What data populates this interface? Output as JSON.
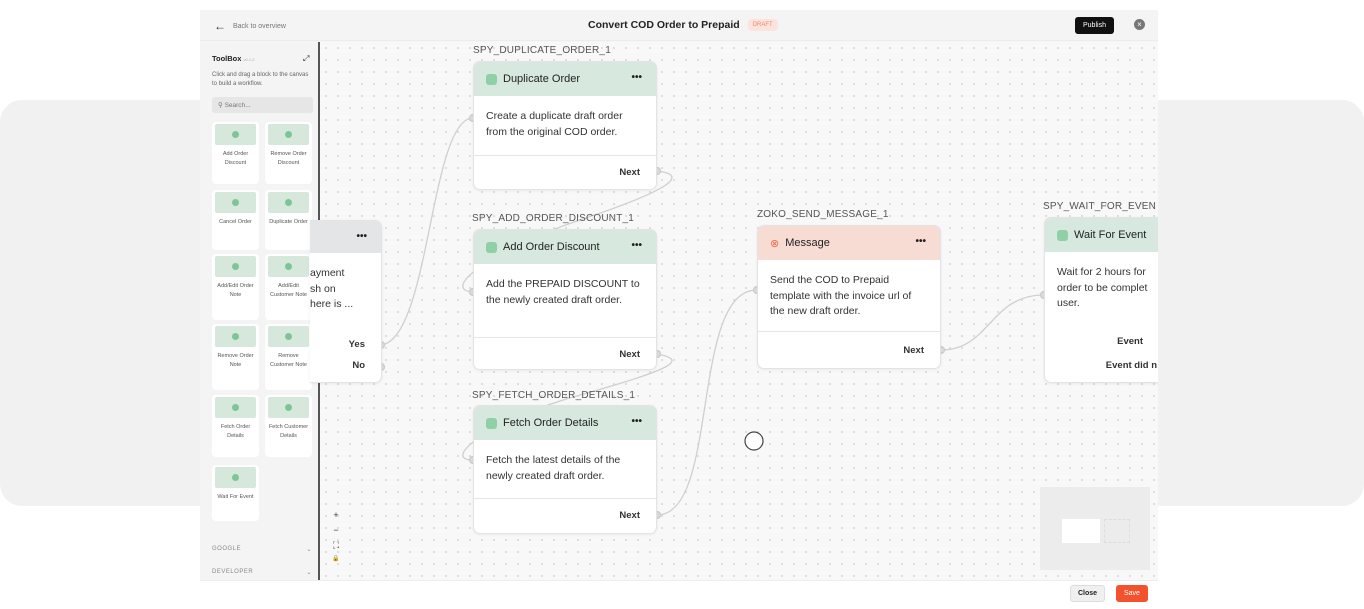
{
  "header": {
    "back_label": "Back to overview",
    "title": "Convert COD Order to Prepaid",
    "status_badge": "DRAFT",
    "publish_label": "Publish"
  },
  "toolbox": {
    "title": "ToolBox",
    "version": "v0.1.2",
    "hint": "Click and drag a block to the canvas to build a workflow.",
    "search_placeholder": "Search...",
    "tools": [
      "Add Order Discount",
      "Remove Order Discount",
      "Cancel Order",
      "Duplicate Order",
      "Add/Edit Order Note",
      "Add/Edit Customer Note",
      "Remove Order Note",
      "Remove Customer Note",
      "Fetch Order Details",
      "Fetch Customer Details",
      "Wait For Event"
    ],
    "sections": [
      "GOOGLE",
      "DEVELOPER"
    ]
  },
  "nodes": {
    "partial": {
      "text": "ayment\nsh on\nhere is ...",
      "outputs": [
        "Yes",
        "No"
      ]
    },
    "duplicate": {
      "id": "SPY_DUPLICATE_ORDER_1",
      "title": "Duplicate Order",
      "body": "Create a duplicate draft order from the original COD order.",
      "output": "Next"
    },
    "discount": {
      "id": "SPY_ADD_ORDER_DISCOUNT_1",
      "title": "Add Order Discount",
      "body": "Add the PREPAID DISCOUNT to the newly created draft order.",
      "output": "Next"
    },
    "fetch": {
      "id": "SPY_FETCH_ORDER_DETAILS_1",
      "title": "Fetch Order Details",
      "body": "Fetch the latest details of the newly created draft order.",
      "output": "Next"
    },
    "message": {
      "id": "ZOKO_SEND_MESSAGE_1",
      "title": "Message",
      "body": "Send the COD to Prepaid template with the invoice url of the new draft order.",
      "output": "Next"
    },
    "wait": {
      "id": "SPY_WAIT_FOR_EVEN",
      "title": "Wait For Event",
      "body": "Wait for 2 hours for order to be complet user.",
      "outputs": [
        "Event",
        "Event did n"
      ]
    }
  },
  "controls": {
    "zoom_in": "+",
    "zoom_out": "−",
    "fit": "⛶",
    "lock": "🔒"
  },
  "footer": {
    "close_label": "Close",
    "save_label": "Save"
  },
  "colors": {
    "accent": "#f2522c",
    "node_green": "#d7e8de",
    "node_pink": "#f6dcd3"
  }
}
